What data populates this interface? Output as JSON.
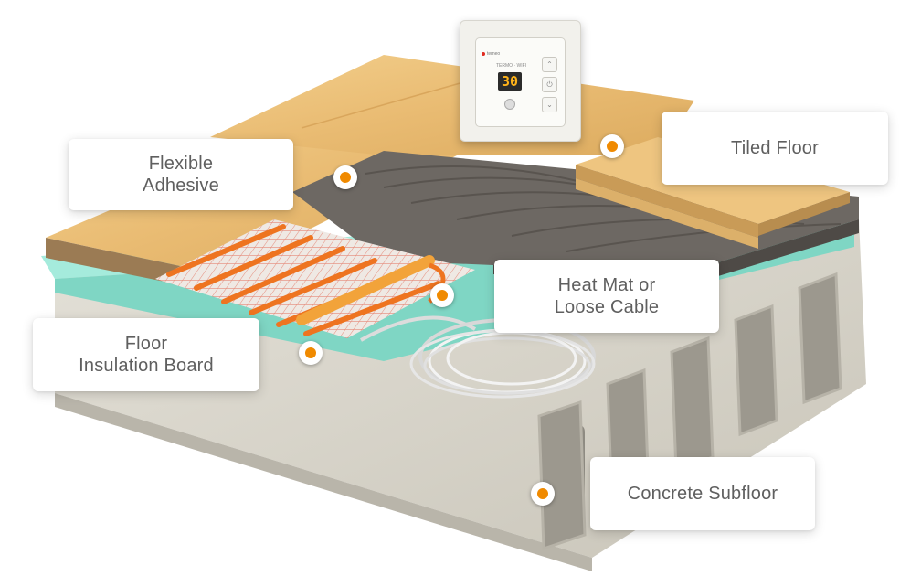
{
  "labels": {
    "tiled_floor": "Tiled Floor",
    "flexible_adhesive": "Flexible\nAdhesive",
    "heat_mat": "Heat Mat or\nLoose Cable",
    "floor_insulation": "Floor\nInsulation Board",
    "concrete_subfloor": "Concrete Subfloor"
  },
  "thermostat": {
    "display": "30",
    "brand": "terneo",
    "model": "TERMO · WIFI"
  },
  "colors": {
    "accent_dot": "#f08a00",
    "tile": "#e8b96a",
    "adhesive": "#6b6661",
    "insulation": "#8fe0d0",
    "concrete": "#d9d6cc",
    "heating_cable": "#f07a1a"
  }
}
